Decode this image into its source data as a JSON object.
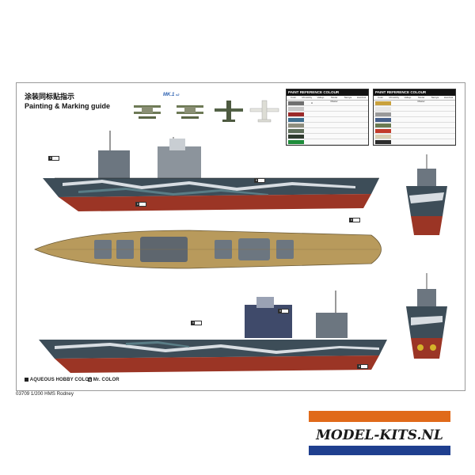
{
  "sheet": {
    "title_cn": "涂装同标贴指示",
    "title_en": "Painting & Marking guide",
    "aircraft_label": "MK.1",
    "aircraft_count": "x2"
  },
  "legend": {
    "aqueous": "AQUEOUS HOBBY COLOR",
    "mr_color": "Mr. COLOR"
  },
  "footer": {
    "product": "03709 1/200 HMS Rodney"
  },
  "paint_tables": [
    {
      "header": "PAINT REFERENCE COLOUR",
      "columns": [
        "Color",
        "Mr.Hobby",
        "Vallejo",
        "Model Master",
        "Tamiya",
        "Humbrol"
      ],
      "rows": [
        {
          "color": "#6f6f6f",
          "values": [
            "H",
            "",
            "",
            "",
            ""
          ]
        },
        {
          "color": "#c8c8c8",
          "values": [
            "",
            "",
            "",
            "",
            ""
          ]
        },
        {
          "color": "#9b2a2a",
          "values": [
            "",
            "",
            "",
            "",
            ""
          ]
        },
        {
          "color": "#3f6f8f",
          "values": [
            "",
            "",
            "",
            "",
            ""
          ]
        },
        {
          "color": "#8e8e7e",
          "values": [
            "",
            "",
            "",
            "",
            ""
          ]
        },
        {
          "color": "#5c6d58",
          "values": [
            "",
            "",
            "",
            "",
            ""
          ]
        },
        {
          "color": "#2f3b2e",
          "values": [
            "",
            "",
            "",
            "",
            ""
          ]
        },
        {
          "color": "#1e8c3a",
          "values": [
            "",
            "",
            "",
            "",
            ""
          ]
        }
      ]
    },
    {
      "header": "PAINT REFERENCE COLOUR",
      "columns": [
        "Color",
        "Mr.Hobby",
        "Vallejo",
        "Model Master",
        "Tamiya",
        "Humbrol"
      ],
      "rows": [
        {
          "color": "#c9a13c",
          "values": [
            "",
            "",
            "",
            "",
            ""
          ]
        },
        {
          "color": "#e8e8e8",
          "values": [
            "",
            "",
            "",
            "",
            ""
          ]
        },
        {
          "color": "#9a9a9a",
          "values": [
            "",
            "",
            "",
            "",
            ""
          ]
        },
        {
          "color": "#47608a",
          "values": [
            "",
            "",
            "",
            "",
            ""
          ]
        },
        {
          "color": "#6b7a52",
          "values": [
            "",
            "",
            "",
            "",
            ""
          ]
        },
        {
          "color": "#c23a2a",
          "values": [
            "",
            "",
            "",
            "",
            ""
          ]
        },
        {
          "color": "#d9cfb2",
          "values": [
            "",
            "",
            "",
            "",
            ""
          ]
        },
        {
          "color": "#2c2c2c",
          "values": [
            "",
            "",
            "",
            "",
            ""
          ]
        }
      ]
    }
  ],
  "logo": {
    "text": "MODEL-KITS.NL",
    "colors": {
      "top": "#e06a1a",
      "white": "#ffffff",
      "blue": "#1f3f8f",
      "text": "#1a1a1a"
    }
  },
  "colors": {
    "hull_red": "#9b3525",
    "camo_dark": "#3d4d58",
    "camo_light": "#d8dde2",
    "deck_wood": "#b89a5c",
    "superstructure": "#6c7680"
  }
}
